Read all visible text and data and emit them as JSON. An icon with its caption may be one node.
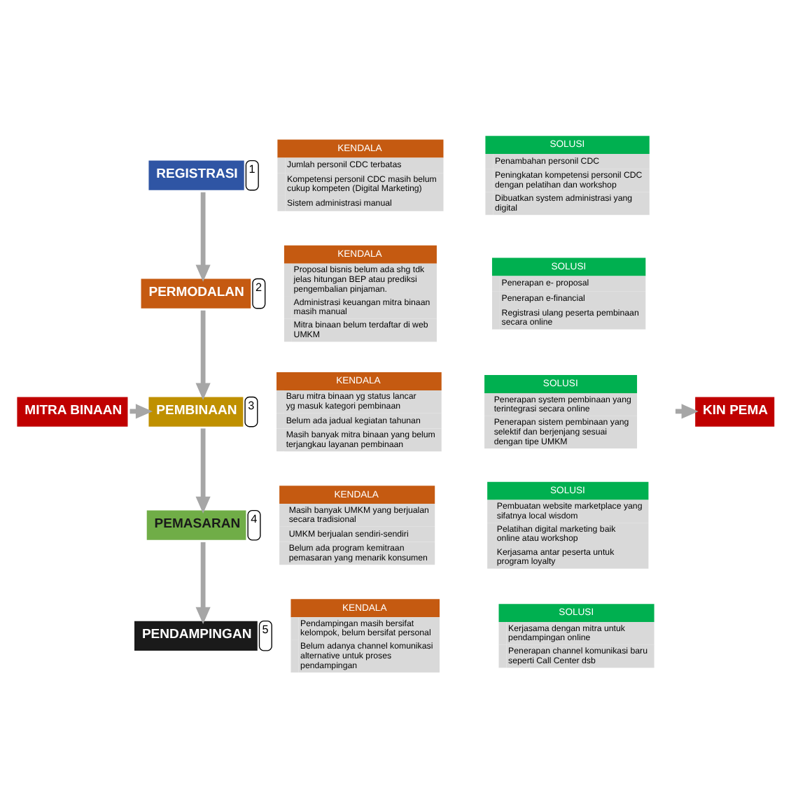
{
  "diagram": {
    "nodes": [
      {
        "text": [
          "REGISTRASI"
        ],
        "beside": [
          "1"
        ]
      },
      {
        "text": [
          "KENDALA",
          "Jumlah personil CDC terbatas",
          "Kompetensi personil CDC masih belum cukup kompeten (Digital Marketing)",
          "Sistem administrasi manual"
        ]
      },
      {
        "text": [
          "SOLUSI",
          "Penambahan personil CDC",
          "Peningkatan kompetensi personil CDC dengan pelatihan dan workshop",
          "Dibuatkan system administrasi yang digital"
        ]
      },
      {
        "text": [
          "PERMODALAN"
        ],
        "beside": [
          "2"
        ]
      },
      {
        "text": [
          "KENDALA",
          "Proposal bisnis belum ada shg tdk jelas hitungan BEP atau prediksi pengembalian pinjaman.",
          "Administrasi keuangan mitra binaan masih manual",
          "Mitra binaan belum terdaftar di web UMKM"
        ]
      },
      {
        "text": [
          "SOLUSI",
          "Penerapan e- proposal",
          "Penerapan e-financial",
          "Registrasi ulang peserta pembinaan secara online"
        ]
      },
      {
        "text": [
          "MITRA BINAAN"
        ]
      },
      {
        "text": [
          "PEMBINAAN"
        ],
        "beside": [
          "3"
        ]
      },
      {
        "text": [
          "KENDALA",
          "Baru mitra binaan yg status lancar yg masuk kategori pembinaan",
          "Belum ada jadual kegiatan tahunan",
          "Masih banyak mitra binaan yang belum terjangkau layanan pembinaan"
        ]
      },
      {
        "text": [
          "SOLUSI",
          "Penerapan system pembinaan yang terintegrasi secara online",
          "Penerapan sistem pembinaan yang selektif dan berjenjang sesuai dengan tipe UMKM"
        ]
      },
      {
        "text": [
          "KIN PEMA"
        ]
      },
      {
        "text": [
          "PEMASARAN"
        ],
        "beside": [
          "4"
        ]
      },
      {
        "text": [
          "KENDALA",
          "Masih banyak UMKM yang berjualan secara tradisional",
          "UMKM berjualan sendiri-sendiri",
          "Belum ada program kemitraan pemasaran yang menarik konsumen"
        ]
      },
      {
        "text": [
          "SOLUSI",
          "Pembuatan website marketplace yang sifatnya local wisdom",
          "Pelatihan digital marketing baik online atau workshop",
          "Kerjasama antar peserta untuk program loyalty"
        ]
      },
      {
        "text": [
          "PENDAMPINGAN"
        ],
        "beside": [
          "5"
        ]
      },
      {
        "text": [
          "KENDALA",
          "Pendampingan masih bersifat kelompok, belum bersifat personal",
          "Belum adanya channel komunikasi alternative untuk proses pendampingan"
        ]
      },
      {
        "text": [
          "SOLUSI",
          "Kerjasama dengan mitra untuk pendampingan online",
          "Penerapan channel komunikasi baru seperti Call Center dsb"
        ]
      }
    ],
    "edges": [
      {
        "from": 0,
        "to": 3,
        "arrow": "to"
      },
      {
        "from": 3,
        "to": 7,
        "arrow": "to"
      },
      {
        "from": 6,
        "to": 7,
        "arrow": "to"
      },
      {
        "from": 7,
        "to": 11,
        "arrow": "to"
      },
      {
        "from": 11,
        "to": 14,
        "arrow": "to"
      },
      {
        "from": 9,
        "to": 10,
        "arrow": "to"
      }
    ]
  }
}
